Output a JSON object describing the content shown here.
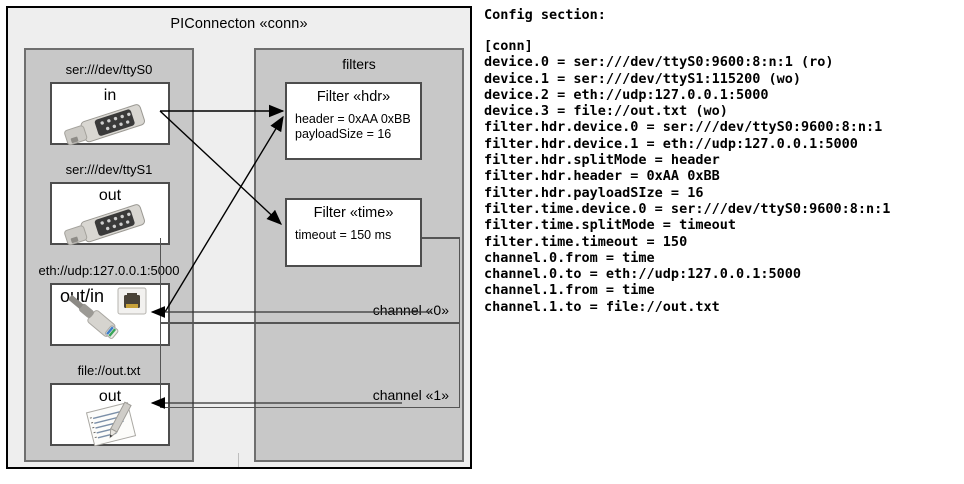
{
  "diagram": {
    "title": "PIConnecton «conn»",
    "devices_panel": {
      "nodes": [
        {
          "label": "ser:///dev/ttyS0",
          "caption": "in",
          "icon": "serial-db9-icon"
        },
        {
          "label": "ser:///dev/ttyS1",
          "caption": "out",
          "icon": "serial-db9-icon"
        },
        {
          "label": "eth://udp:127.0.0.1:5000",
          "caption": "out/in",
          "icon": "ethernet-rj45-icon"
        },
        {
          "label": "file://out.txt",
          "caption": "out",
          "icon": "text-file-pencil-icon"
        }
      ]
    },
    "filters_panel": {
      "title": "filters",
      "filters": [
        {
          "title": "Filter «hdr»",
          "props": [
            "header = 0xAA 0xBB",
            "payloadSize = 16"
          ]
        },
        {
          "title": "Filter «time»",
          "props": [
            "timeout = 150 ms"
          ]
        }
      ],
      "channels": [
        {
          "label": "channel «0»"
        },
        {
          "label": "channel «1»"
        }
      ]
    }
  },
  "config": {
    "heading": "Config section:",
    "text": "[conn]\ndevice.0 = ser:///dev/ttyS0:9600:8:n:1 (ro)\ndevice.1 = ser:///dev/ttyS1:115200 (wo)\ndevice.2 = eth://udp:127.0.0.1:5000\ndevice.3 = file://out.txt (wo)\nfilter.hdr.device.0 = ser:///dev/ttyS0:9600:8:n:1\nfilter.hdr.device.1 = eth://udp:127.0.0.1:5000\nfilter.hdr.splitMode = header\nfilter.hdr.header = 0xAA 0xBB\nfilter.hdr.payloadSIze = 16\nfilter.time.device.0 = ser:///dev/ttyS0:9600:8:n:1\nfilter.time.splitMode = timeout\nfilter.time.timeout = 150\nchannel.0.from = time\nchannel.0.to = eth://udp:127.0.0.1:5000\nchannel.1.from = time\nchannel.1.to = file://out.txt"
  },
  "colors": {
    "frame_bg": "#eeeeee",
    "panel_bg": "#c8c8c8",
    "node_bg": "#ffffff",
    "border_dark": "#000000",
    "border_mid": "#6e6e6e"
  }
}
